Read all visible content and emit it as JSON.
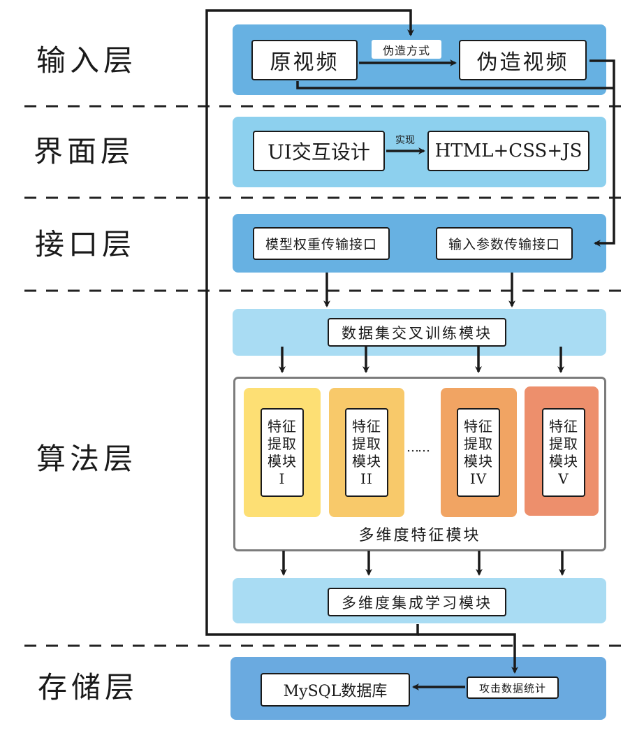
{
  "layers": [
    {
      "label": "输入层"
    },
    {
      "label": "界面层"
    },
    {
      "label": "接口层"
    },
    {
      "label": "算法层"
    },
    {
      "label": "存储层"
    }
  ],
  "input_layer": {
    "source_video": "原视频",
    "forge_method": "伪造方式",
    "forged_video": "伪造视频"
  },
  "ui_layer": {
    "ui_design": "UI交互设计",
    "implement_label": "实现",
    "tech_stack": "HTML+CSS+JS"
  },
  "interface_layer": {
    "weight_interface": "模型权重传输接口",
    "param_interface": "输入参数传输接口"
  },
  "algorithm_layer": {
    "cross_training": "数据集交叉训练模块",
    "feature_modules": [
      {
        "line1": "特征",
        "line2": "提取",
        "line3": "模块",
        "numeral": "I",
        "color": "#fddf74"
      },
      {
        "line1": "特征",
        "line2": "提取",
        "line3": "模块",
        "numeral": "II",
        "color": "#f8c96a"
      },
      {
        "line1": "特征",
        "line2": "提取",
        "line3": "模块",
        "numeral": "IV",
        "color": "#f1a463"
      },
      {
        "line1": "特征",
        "line2": "提取",
        "line3": "模块",
        "numeral": "V",
        "color": "#ed8f6c"
      }
    ],
    "ellipsis": "……",
    "multidim_feature": "多维度特征模块",
    "ensemble_learning": "多维度集成学习模块"
  },
  "storage_layer": {
    "database": "MySQL数据库",
    "attack_stats": "攻击数据统计"
  },
  "colors": {
    "input_panel": "#67b1e2",
    "ui_panel": "#8dd0ee",
    "interface_panel": "#67b1e2",
    "algorithm_panel": "#a9dcf3",
    "storage_panel": "#6aaae0",
    "line": "#1a1a1a",
    "divider": "#222222"
  }
}
